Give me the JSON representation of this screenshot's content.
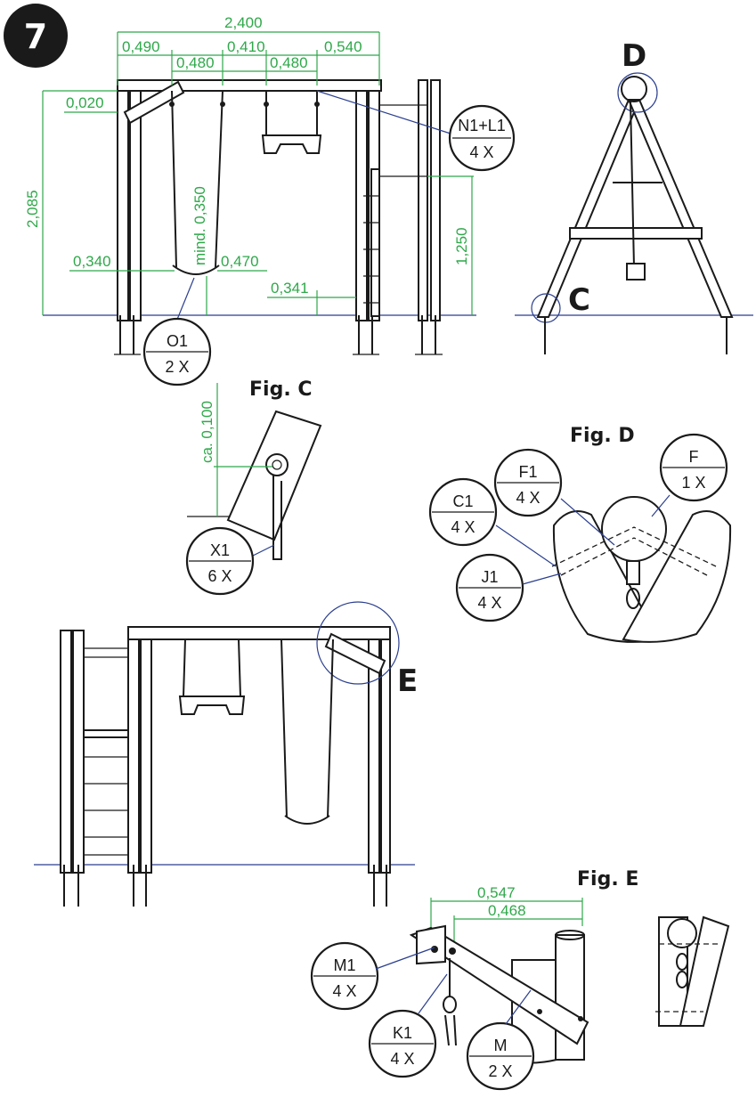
{
  "step": {
    "number": "7"
  },
  "dimensions": {
    "total_width": "2,400",
    "d_0490": "0,490",
    "d_0410": "0,410",
    "d_0540": "0,540",
    "d_0480_a": "0,480",
    "d_0480_b": "0,480",
    "d_0020": "0,020",
    "height_2085": "2,085",
    "min_0350": "mind. 0,350",
    "d_0340": "0,340",
    "d_0470": "0,470",
    "d_0341": "0,341",
    "height_1250": "1,250",
    "ca_0100": "ca. 0,100",
    "e_0547": "0,547",
    "e_0468": "0,468"
  },
  "callouts": [
    {
      "id": "N1+L1",
      "qty": "4 X"
    },
    {
      "id": "O1",
      "qty": "2 X"
    },
    {
      "id": "X1",
      "qty": "6 X"
    },
    {
      "id": "F1",
      "qty": "4 X"
    },
    {
      "id": "F",
      "qty": "1 X"
    },
    {
      "id": "C1",
      "qty": "4 X"
    },
    {
      "id": "J1",
      "qty": "4 X"
    },
    {
      "id": "M1",
      "qty": "4 X"
    },
    {
      "id": "K1",
      "qty": "4 X"
    },
    {
      "id": "M",
      "qty": "2 X"
    }
  ],
  "labels": {
    "detail_d": "D",
    "detail_c": "C",
    "detail_e": "E",
    "fig_c": "Fig. C",
    "fig_d": "Fig. D",
    "fig_e": "Fig. E"
  },
  "colors": {
    "dimension": "#2fa84a",
    "ground_line": "#2b3f8f",
    "outline": "#1a1a1a"
  }
}
